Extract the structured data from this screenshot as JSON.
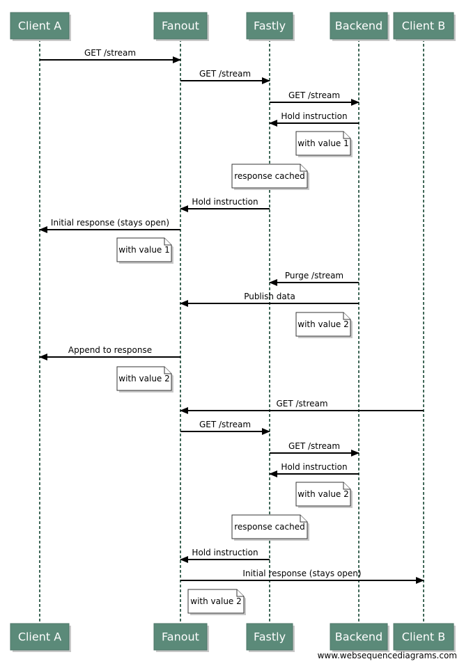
{
  "actors": [
    {
      "id": "A",
      "name": "Client A"
    },
    {
      "id": "F",
      "name": "Fanout"
    },
    {
      "id": "Y",
      "name": "Fastly"
    },
    {
      "id": "B",
      "name": "Backend"
    },
    {
      "id": "C",
      "name": "Client B"
    }
  ],
  "steps": [
    {
      "kind": "msg",
      "from": "A",
      "to": "F",
      "label": "GET /stream"
    },
    {
      "kind": "msg",
      "from": "F",
      "to": "Y",
      "label": "GET /stream"
    },
    {
      "kind": "msg",
      "from": "Y",
      "to": "B",
      "label": "GET /stream"
    },
    {
      "kind": "msg",
      "from": "B",
      "to": "Y",
      "label": "Hold instruction"
    },
    {
      "kind": "note",
      "text": "with value 1"
    },
    {
      "kind": "note",
      "text": "response cached"
    },
    {
      "kind": "msg",
      "from": "Y",
      "to": "F",
      "label": "Hold instruction"
    },
    {
      "kind": "msg",
      "from": "F",
      "to": "A",
      "label": "Initial response (stays open)"
    },
    {
      "kind": "note",
      "text": "with value 1"
    },
    {
      "kind": "msg",
      "from": "B",
      "to": "Y",
      "label": "Purge /stream"
    },
    {
      "kind": "msg",
      "from": "B",
      "to": "F",
      "label": "Publish data"
    },
    {
      "kind": "note",
      "text": "with value 2"
    },
    {
      "kind": "msg",
      "from": "F",
      "to": "A",
      "label": "Append to response"
    },
    {
      "kind": "note",
      "text": "with value 2"
    },
    {
      "kind": "msg",
      "from": "C",
      "to": "F",
      "label": "GET /stream"
    },
    {
      "kind": "msg",
      "from": "F",
      "to": "Y",
      "label": "GET /stream"
    },
    {
      "kind": "msg",
      "from": "Y",
      "to": "B",
      "label": "GET /stream"
    },
    {
      "kind": "msg",
      "from": "B",
      "to": "Y",
      "label": "Hold instruction"
    },
    {
      "kind": "note",
      "text": "with value 2"
    },
    {
      "kind": "note",
      "text": "response cached"
    },
    {
      "kind": "msg",
      "from": "Y",
      "to": "F",
      "label": "Hold instruction"
    },
    {
      "kind": "msg",
      "from": "F",
      "to": "C",
      "label": "Initial response (stays open)"
    },
    {
      "kind": "note",
      "text": "with value 2"
    }
  ],
  "watermark": "www.websequencediagrams.com",
  "colors": {
    "actor_fill": "#5b8a79",
    "actor_text": "#ffffff",
    "lifeline": "#406858"
  }
}
